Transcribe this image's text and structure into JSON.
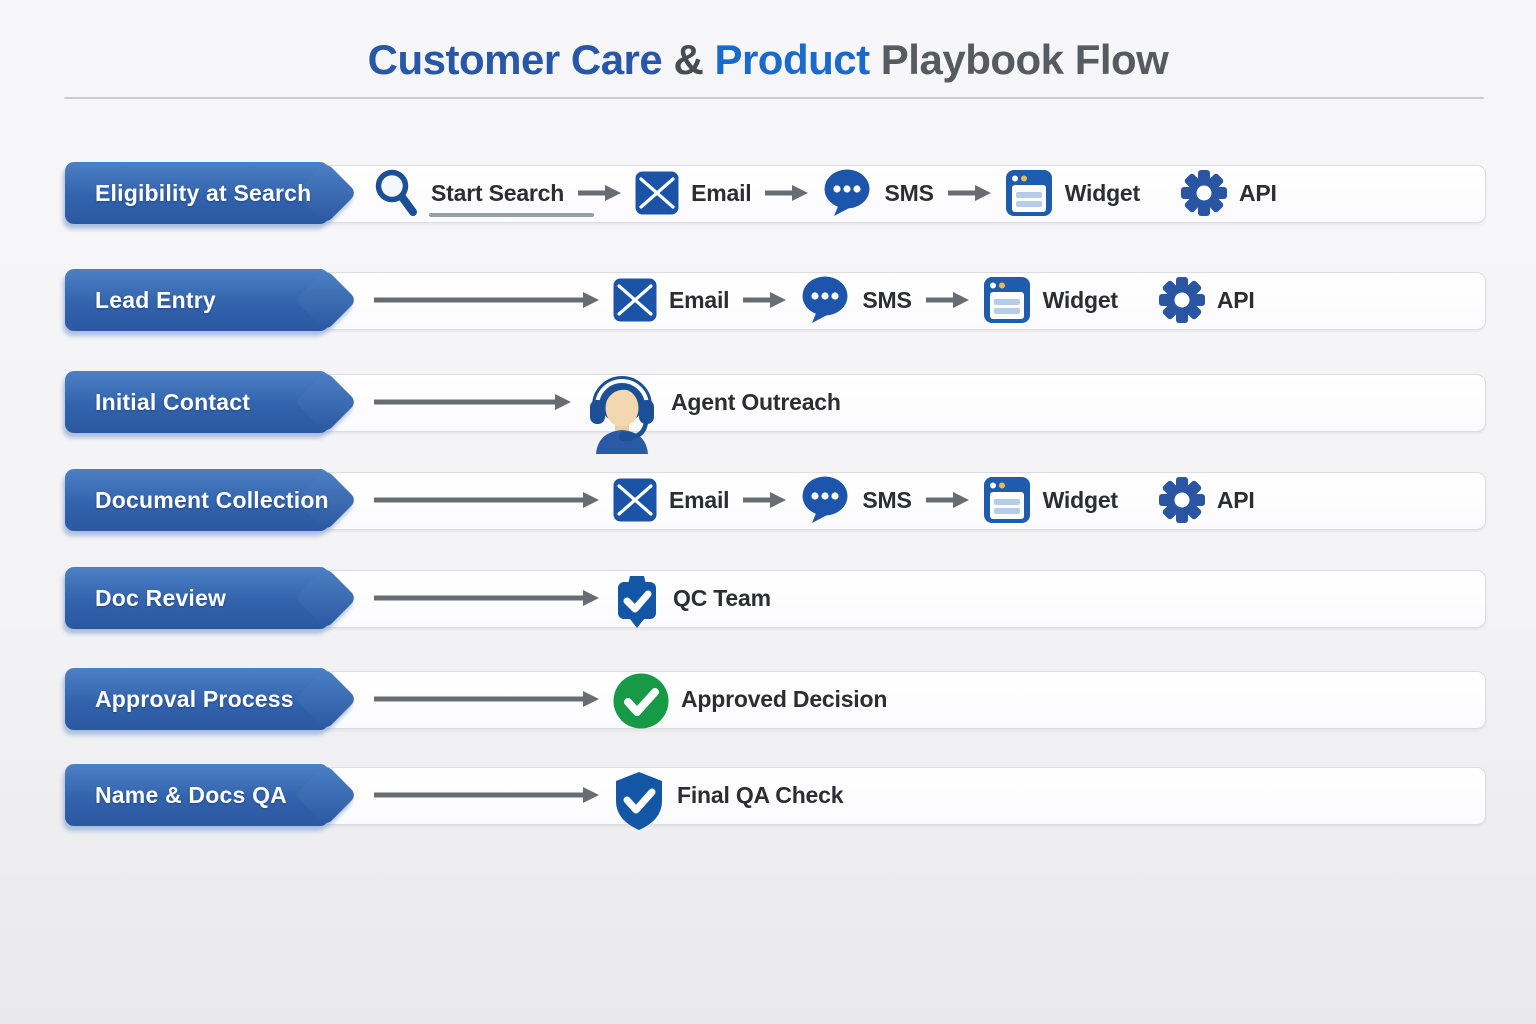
{
  "title": {
    "part1": "Customer Care",
    "amp": "&",
    "part2": "Product",
    "part3": "Playbook Flow"
  },
  "colors": {
    "banner_blue": "#3263ad",
    "icon_blue": "#1c55ab",
    "approved_green": "#169a46",
    "arrow_gray": "#686d73",
    "title_blue_dark": "#2857a8",
    "title_blue_bright": "#1a6ace",
    "title_gray": "#565b61",
    "widget_dot_yellow": "#e9b84f",
    "skin_tone": "#f2d7b0"
  },
  "rows": [
    {
      "label": "Eligibility at Search",
      "items": [
        {
          "type": "step",
          "icon": "search-icon",
          "label": "Start Search",
          "underlined": true
        },
        {
          "type": "arrow",
          "len": "s"
        },
        {
          "type": "step",
          "icon": "email-icon",
          "label": "Email"
        },
        {
          "type": "arrow",
          "len": "s"
        },
        {
          "type": "step",
          "icon": "sms-icon",
          "label": "SMS"
        },
        {
          "type": "arrow",
          "len": "s"
        },
        {
          "type": "step",
          "icon": "widget-icon",
          "label": "Widget"
        },
        {
          "type": "spacer"
        },
        {
          "type": "step",
          "icon": "gear-icon",
          "label": "API"
        }
      ]
    },
    {
      "label": "Lead Entry",
      "items": [
        {
          "type": "arrow",
          "len": "l"
        },
        {
          "type": "step",
          "icon": "email-icon",
          "label": "Email"
        },
        {
          "type": "arrow",
          "len": "s"
        },
        {
          "type": "step",
          "icon": "sms-icon",
          "label": "SMS"
        },
        {
          "type": "arrow",
          "len": "s"
        },
        {
          "type": "step",
          "icon": "widget-icon",
          "label": "Widget"
        },
        {
          "type": "spacer"
        },
        {
          "type": "step",
          "icon": "gear-icon",
          "label": "API"
        }
      ]
    },
    {
      "label": "Initial Contact",
      "items": [
        {
          "type": "arrow",
          "len": "m"
        },
        {
          "type": "step",
          "icon": "agent-icon",
          "label": "Agent Outreach"
        }
      ]
    },
    {
      "label": "Document Collection",
      "items": [
        {
          "type": "arrow",
          "len": "l"
        },
        {
          "type": "step",
          "icon": "email-icon",
          "label": "Email"
        },
        {
          "type": "arrow",
          "len": "s"
        },
        {
          "type": "step",
          "icon": "sms-icon",
          "label": "SMS"
        },
        {
          "type": "arrow",
          "len": "s"
        },
        {
          "type": "step",
          "icon": "widget-icon",
          "label": "Widget"
        },
        {
          "type": "spacer"
        },
        {
          "type": "step",
          "icon": "gear-icon",
          "label": "API"
        }
      ]
    },
    {
      "label": "Doc Review",
      "items": [
        {
          "type": "arrow",
          "len": "l"
        },
        {
          "type": "step",
          "icon": "qc-badge-icon",
          "label": "QC Team"
        }
      ]
    },
    {
      "label": "Approval Process",
      "items": [
        {
          "type": "arrow",
          "len": "l"
        },
        {
          "type": "step",
          "icon": "approved-check-icon",
          "label": "Approved Decision"
        }
      ]
    },
    {
      "label": "Name & Docs QA",
      "items": [
        {
          "type": "arrow",
          "len": "l"
        },
        {
          "type": "step",
          "icon": "shield-check-icon",
          "label": "Final QA Check"
        }
      ]
    }
  ]
}
